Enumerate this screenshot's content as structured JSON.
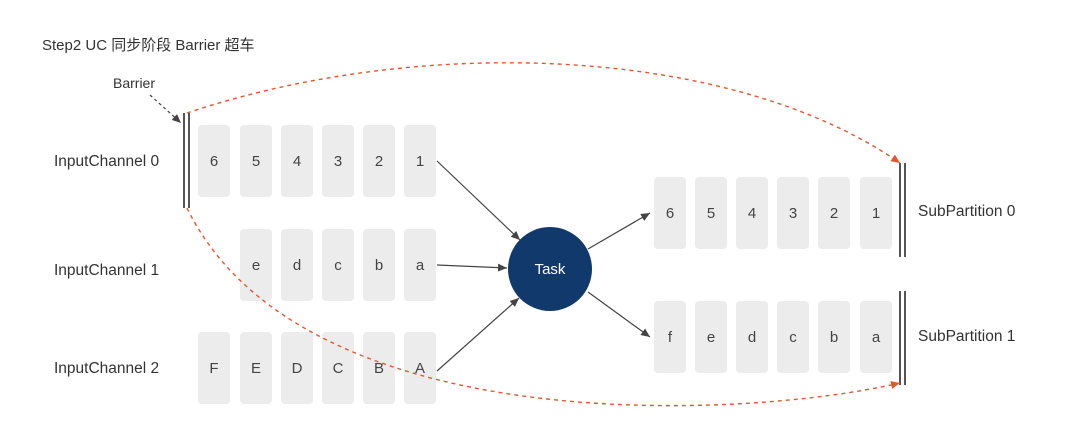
{
  "title": "Step2 UC 同步阶段 Barrier 超车",
  "barrier_label": "Barrier",
  "task_label": "Task",
  "input_channels": [
    {
      "label": "InputChannel 0",
      "buffers": [
        "6",
        "5",
        "4",
        "3",
        "2",
        "1"
      ]
    },
    {
      "label": "InputChannel 1",
      "buffers": [
        "e",
        "d",
        "c",
        "b",
        "a"
      ]
    },
    {
      "label": "InputChannel 2",
      "buffers": [
        "F",
        "E",
        "D",
        "C",
        "B",
        "A"
      ]
    }
  ],
  "subpartitions": [
    {
      "label": "SubPartition 0",
      "buffers": [
        "6",
        "5",
        "4",
        "3",
        "2",
        "1"
      ]
    },
    {
      "label": "SubPartition 1",
      "buffers": [
        "f",
        "e",
        "d",
        "c",
        "b",
        "a"
      ]
    }
  ],
  "colors": {
    "task": "#12396b",
    "buffer": "#ececed",
    "barrier_path": "#e4572e",
    "arrow": "#444444"
  }
}
